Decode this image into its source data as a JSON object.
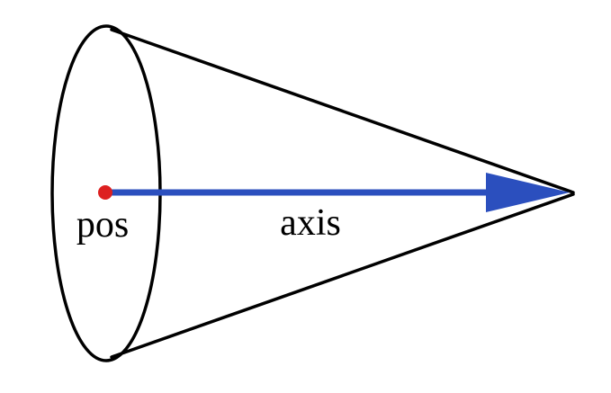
{
  "diagram": {
    "title": "cone-with-axis-vector",
    "labels": {
      "pos": "pos",
      "axis": "axis"
    },
    "colors": {
      "outline": "#000000",
      "axis_arrow": "#2b4fbe",
      "pos_dot": "#dd2020",
      "label_text": "#000000",
      "background": "#ffffff"
    }
  }
}
